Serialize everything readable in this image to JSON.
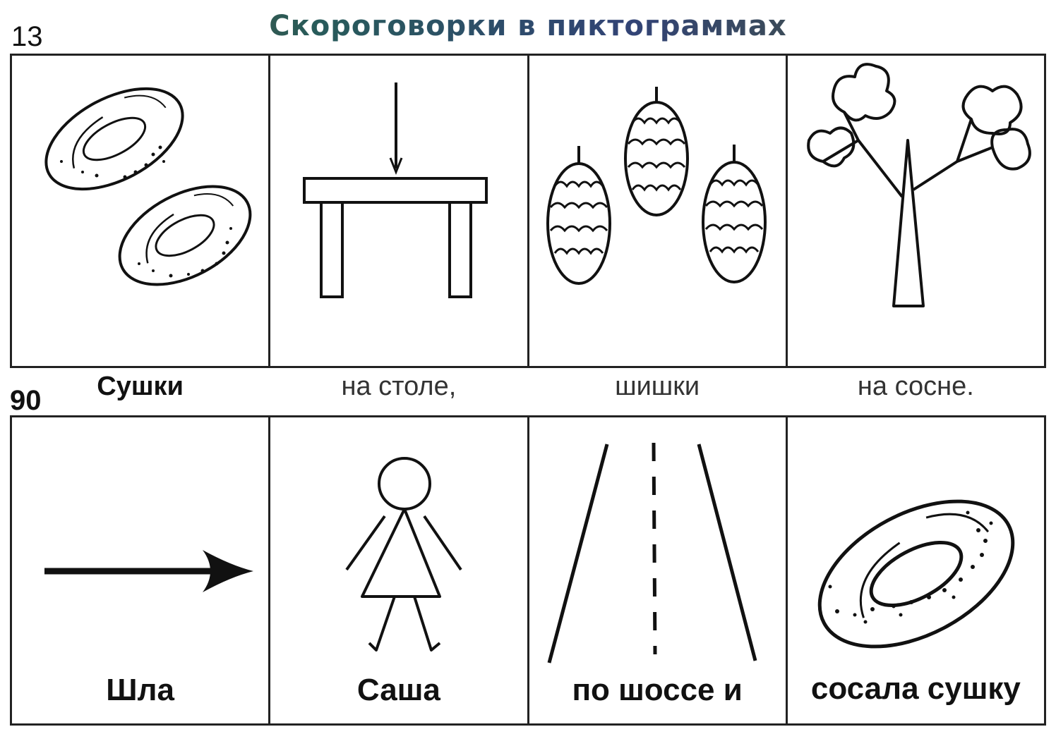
{
  "title": "Скороговорки в пиктограммах",
  "tongue_twisters": [
    {
      "number": "13",
      "cards": [
        {
          "caption": "Сушки",
          "icon": "bagels-icon"
        },
        {
          "caption": "на столе,",
          "icon": "table-icon"
        },
        {
          "caption": "шишки",
          "icon": "pine-cones-icon"
        },
        {
          "caption": "на сосне.",
          "icon": "tree-icon"
        }
      ]
    },
    {
      "number": "90",
      "cards": [
        {
          "caption": "Шла",
          "icon": "arrow-right-icon"
        },
        {
          "caption": "Саша",
          "icon": "girl-figure-icon"
        },
        {
          "caption": "по шоссе и",
          "icon": "road-icon"
        },
        {
          "caption": "сосала сушку",
          "icon": "bagel-icon"
        }
      ]
    }
  ]
}
